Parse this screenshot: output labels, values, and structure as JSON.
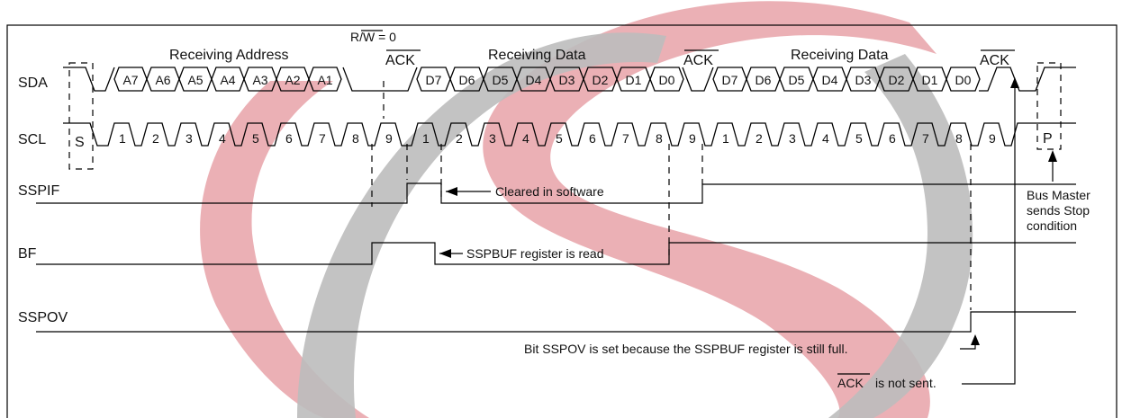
{
  "signals": {
    "sda": "SDA",
    "scl": "SCL",
    "sspif": "SSPIF",
    "bf": "BF",
    "sspov": "SSPOV"
  },
  "headers": {
    "receiving_address": "Receiving Address",
    "receiving_data_1": "Receiving Data",
    "receiving_data_2": "Receiving Data",
    "rw": "R/W = 0",
    "ack_1": "ACK",
    "ack_2": "ACK",
    "ack_3": "ACK"
  },
  "sda_cells": {
    "address": [
      "A7",
      "A6",
      "A5",
      "A4",
      "A3",
      "A2",
      "A1"
    ],
    "data_1": [
      "D7",
      "D6",
      "D5",
      "D4",
      "D3",
      "D2",
      "D1",
      "D0"
    ],
    "data_2": [
      "D7",
      "D6",
      "D5",
      "D4",
      "D3",
      "D2",
      "D1",
      "D0"
    ]
  },
  "scl_labels": {
    "start": "S",
    "stop": "P",
    "byte_1": [
      "1",
      "2",
      "3",
      "4",
      "5",
      "6",
      "7",
      "8",
      "9"
    ],
    "byte_2": [
      "1",
      "2",
      "3",
      "4",
      "5",
      "6",
      "7",
      "8",
      "9"
    ],
    "byte_3": [
      "1",
      "2",
      "3",
      "4",
      "5",
      "6",
      "7",
      "8",
      "9"
    ]
  },
  "annotations": {
    "cleared": "Cleared in software",
    "sspbuf_read": "SSPBUF register is read",
    "stop_line_1": "Bus Master",
    "stop_line_2": "sends Stop",
    "stop_line_3": "condition",
    "sspov_set": "Bit SSPOV is set because the SSPBUF register is still full.",
    "ack_not": "ACK",
    "ack_not_suffix": "is not sent."
  },
  "colors": {
    "watermark_red": "#e8a2a8",
    "watermark_gray": "#bdbdbd",
    "line": "#000000"
  }
}
